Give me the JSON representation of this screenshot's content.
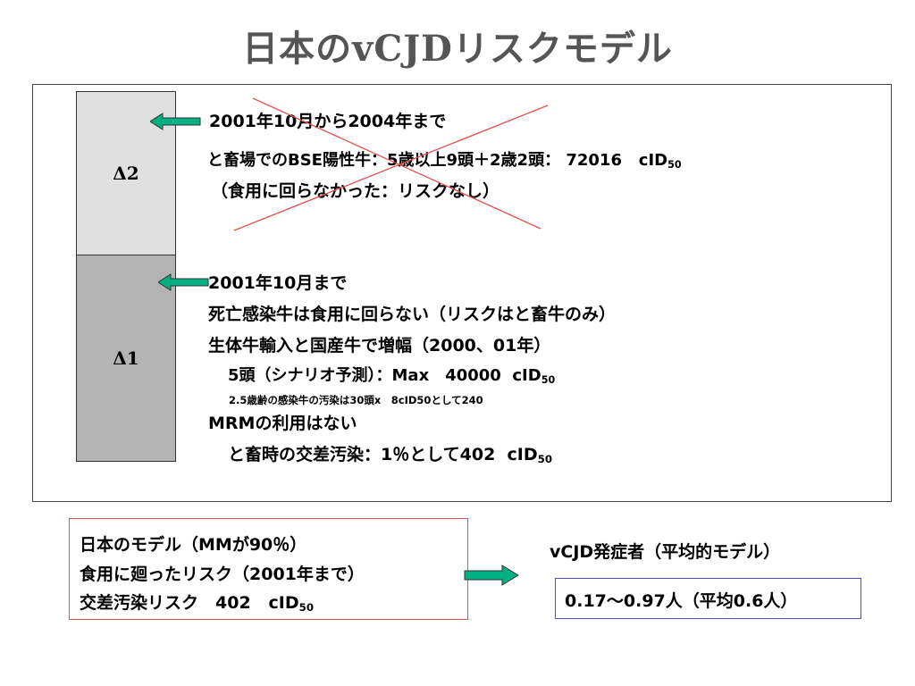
{
  "title": "日本のvCJDリスクモデル",
  "bars": {
    "delta2": "Δ2",
    "delta1": "Δ1"
  },
  "delta2_text": {
    "line1": "2001年10月から2004年まで",
    "line2": "と畜場でのBSE陽性牛：5歳以上9頭＋2歳2頭： 72016",
    "line2_unit": "cID",
    "line2_sub": "50",
    "line3": "（食用に回らなかった：リスクなし）"
  },
  "delta1_text": {
    "line1": "2001年10月まで",
    "line2": "死亡感染牛は食用に回らない（リスクはと畜牛のみ）",
    "line3": "生体牛輸入と国産牛で増幅（2000、01年）",
    "line4": "5頭（シナリオ予測）：Max　40000",
    "line4_unit": "cID",
    "line4_sub": "50",
    "line5": "2.5歳齢の感染牛の汚染は30頭x　8cID50として240",
    "line6": "MRMの利用はない",
    "line7": "と畜時の交差汚染：1％として402",
    "line7_unit": "cID",
    "line7_sub": "50"
  },
  "model_box": {
    "line1": "日本のモデル（MMが90％）",
    "line2": "食用に廻ったリスク（2001年まで）",
    "line3": "交差汚染リスク　402",
    "line3_unit": "cID",
    "line3_sub": "50"
  },
  "result": {
    "label": "vCJD発症者（平均的モデル）",
    "value": "0.17～0.97人（平均0.6人）"
  },
  "colors": {
    "arrow": "#00b080",
    "cross": "#e05050",
    "red_border": "#e05050",
    "blue_border": "#4a4ad0",
    "title": "#555555"
  }
}
